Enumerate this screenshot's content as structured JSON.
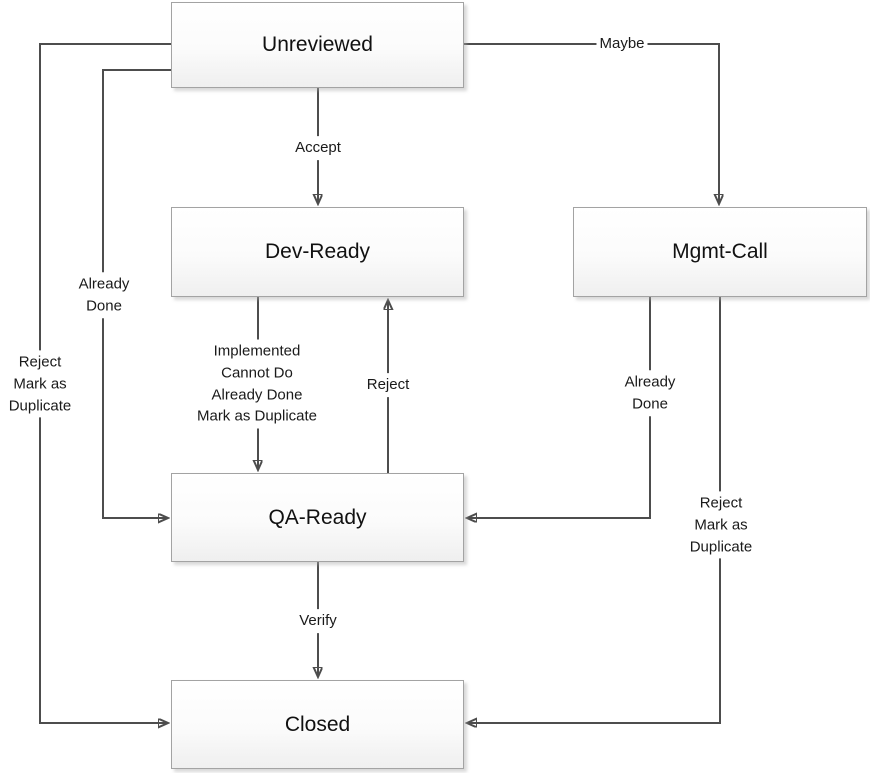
{
  "diagram": {
    "type": "state-flowchart",
    "nodes": {
      "unreviewed": "Unreviewed",
      "dev_ready": "Dev-Ready",
      "mgmt_call": "Mgmt-Call",
      "qa_ready": "QA-Ready",
      "closed": "Closed"
    },
    "edges": {
      "accept": "Accept",
      "maybe": "Maybe",
      "unreviewed_to_qa": "Already\nDone",
      "unreviewed_to_closed": "Reject\nMark as\nDuplicate",
      "dev_to_qa": "Implemented\nCannot Do\nAlready Done\nMark as Duplicate",
      "qa_to_dev": "Reject",
      "mgmt_to_qa": "Already\nDone",
      "mgmt_to_closed": "Reject\nMark as\nDuplicate",
      "qa_to_closed": "Verify"
    },
    "colors": {
      "line": "#4d4d4d",
      "node_border": "#a3a3a3",
      "node_fill_top": "#ffffff",
      "node_fill_bottom": "#efefef"
    }
  }
}
